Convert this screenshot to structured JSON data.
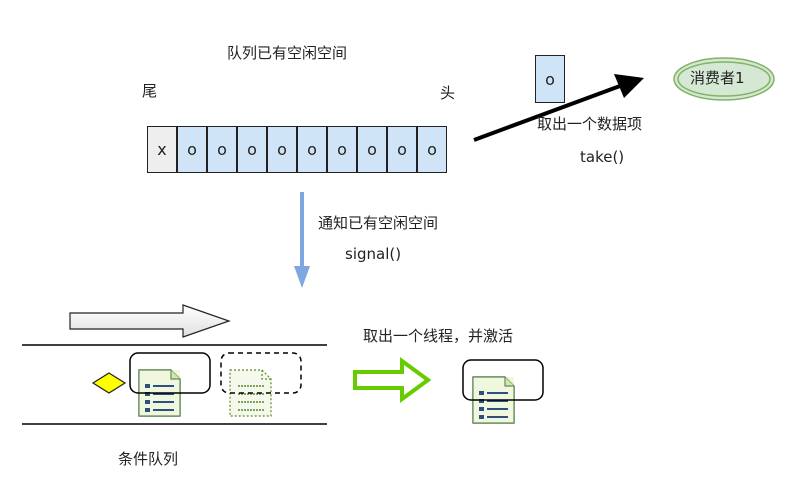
{
  "queue_label": "队列已有空闲空间",
  "tail_label": "尾",
  "head_label": "头",
  "queue_cells": [
    "x",
    "o",
    "o",
    "o",
    "o",
    "o",
    "o",
    "o",
    "o",
    "o"
  ],
  "item_label": "o",
  "take_text": "取出一个数据项",
  "take_call": "take()",
  "consumer_label": "消费者1",
  "notify_text": "通知已有空闲空间",
  "signal_call": "signal()",
  "activate_text": "取出一个线程，并激活",
  "condition_queue_label": "条件队列",
  "colors": {
    "cell_fill": "#cfe5f7",
    "first_cell_fill": "#eeeeee",
    "consumer_fill": "#d5e8d4",
    "consumer_stroke": "#82b366",
    "arrow_blue": "#7ea6e0",
    "arrow_green": "#66cc00",
    "diamond_yellow": "#ffff00"
  }
}
